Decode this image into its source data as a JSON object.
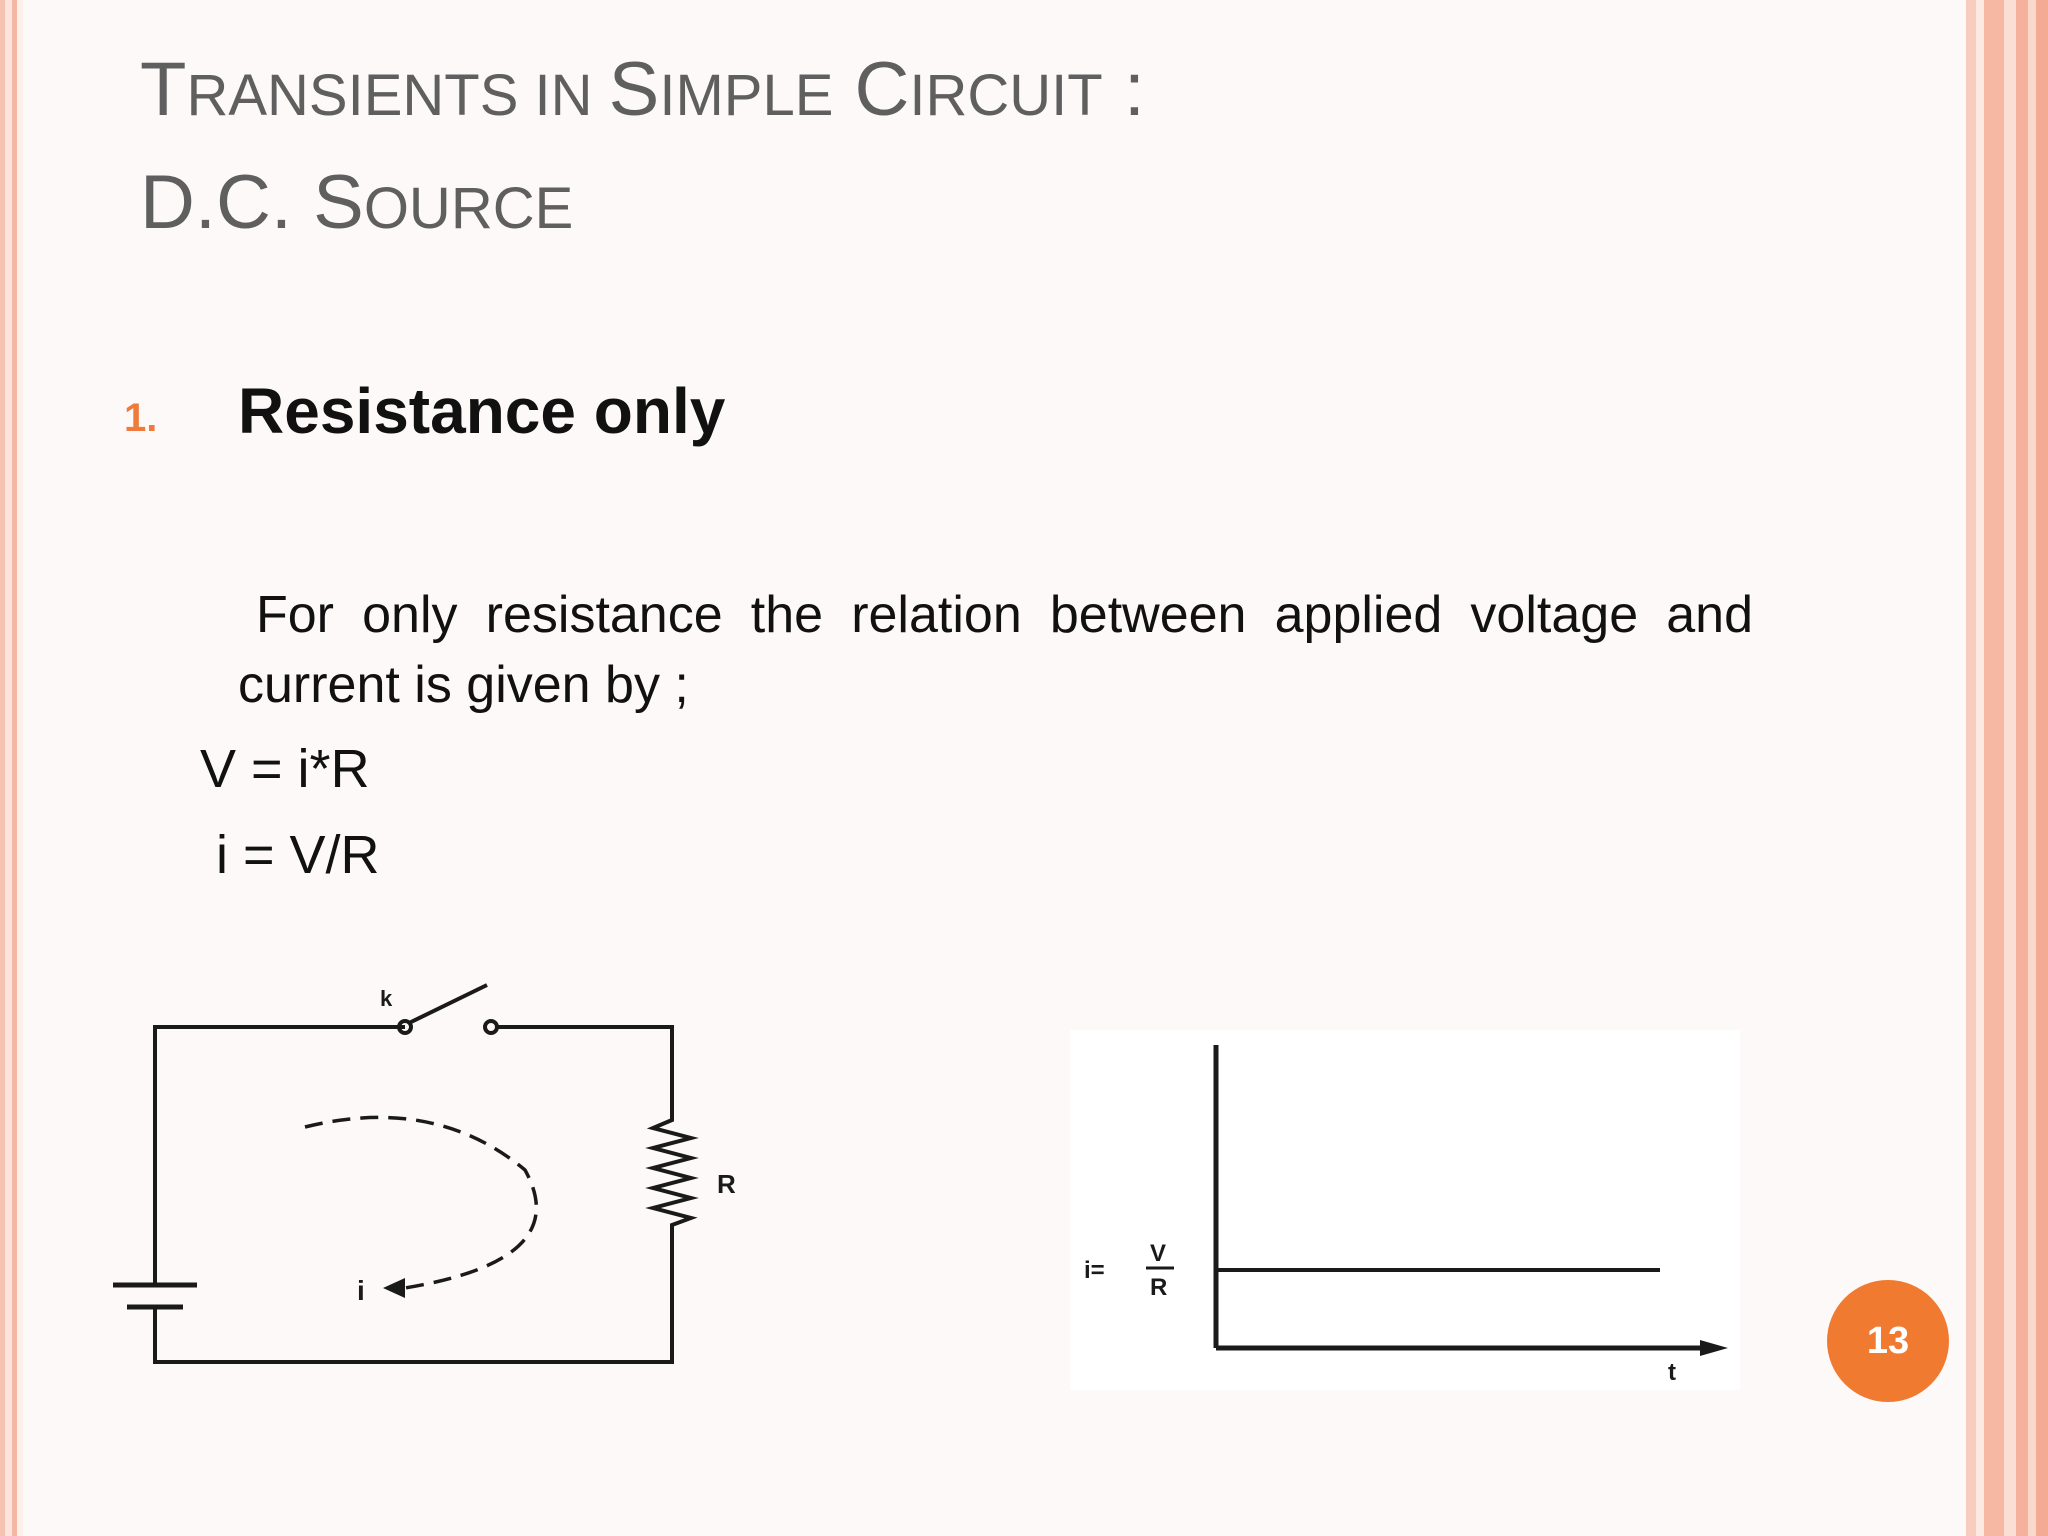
{
  "slide": {
    "title": {
      "line1": [
        {
          "cap": "T",
          "rest": "RANSIENTS"
        },
        {
          "cap": "",
          "rest": " IN "
        },
        {
          "cap": "S",
          "rest": "IMPLE"
        },
        {
          "cap": " C",
          "rest": "IRCUIT"
        },
        {
          "cap": " :",
          "rest": ""
        }
      ],
      "line2": [
        {
          "cap": "D.C. S",
          "rest": "OURCE"
        }
      ]
    },
    "list_number": "1.",
    "heading": "Resistance only",
    "paragraph": "For only resistance the relation between applied voltage and current is given by ;",
    "equation_1": "V = i*R",
    "equation_2": "i = V/R",
    "page_number": "13"
  },
  "circuit": {
    "switch_label": "k",
    "resistor_label": "R",
    "current_label": "i"
  },
  "graph": {
    "y_label_left": "i=",
    "y_label_num": "V",
    "y_label_den": "R",
    "x_label": "t"
  }
}
